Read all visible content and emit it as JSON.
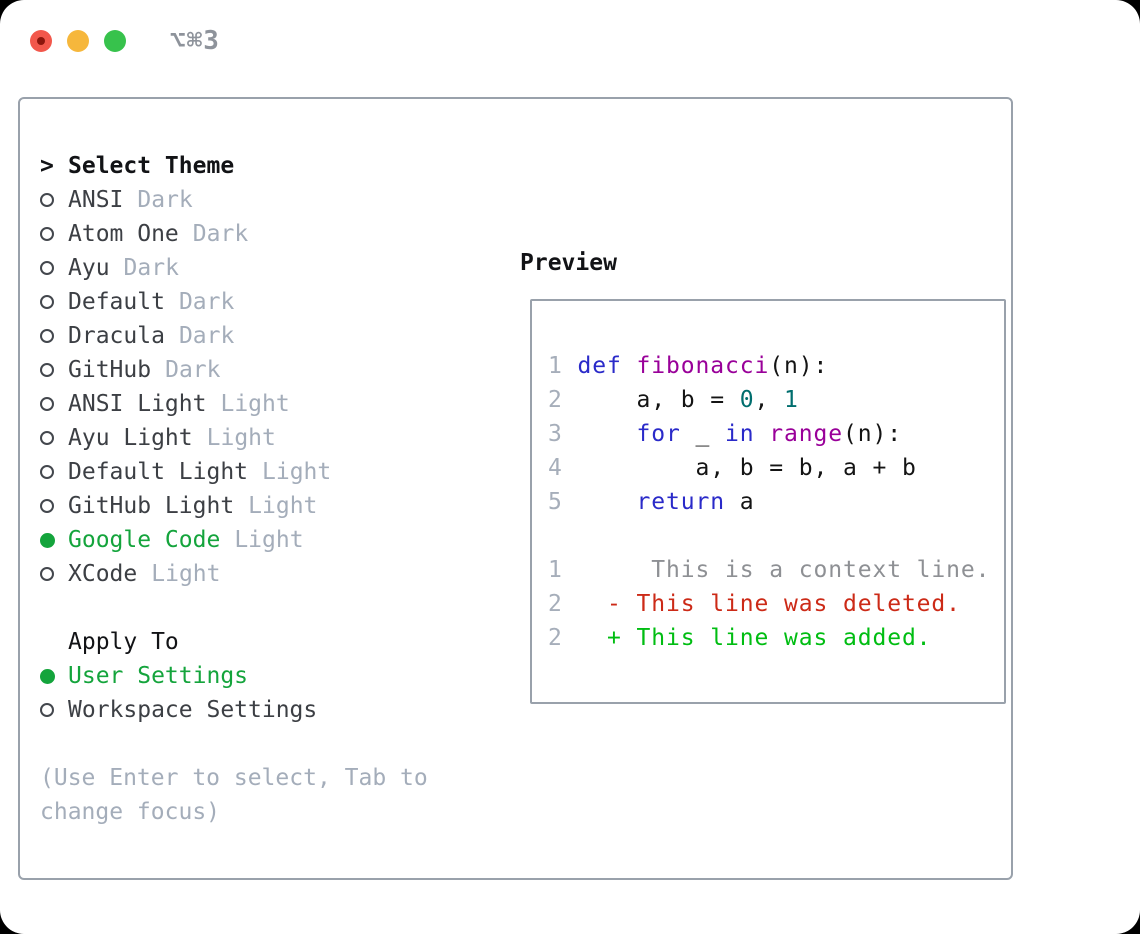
{
  "colors": {
    "accent_green": "#14a43c",
    "border": "#99a1ab",
    "text_dark": "#121316",
    "text_name": "#3c3f44",
    "text_muted": "#a4adba",
    "title_gray": "#8e939b",
    "circle_outline": "#43474d",
    "kwd": "#2a2ac9",
    "typ": "#990099",
    "lit": "#006e6e",
    "pln": "#141414",
    "line_number": "#a6aeba",
    "ctx": "#8e9094",
    "del": "#cc2a17",
    "add": "#00bd12",
    "light_red": "#f2574b",
    "light_red_dot": "#8c150c",
    "light_yellow": "#f6b73c",
    "light_green": "#37c24c"
  },
  "window": {
    "title": "⌥⌘3"
  },
  "theme_panel": {
    "header": {
      "marker": ">",
      "label": "Select Theme"
    },
    "themes": [
      {
        "name": "ANSI",
        "tag": "Dark",
        "selected": false
      },
      {
        "name": "Atom One",
        "tag": "Dark",
        "selected": false
      },
      {
        "name": "Ayu",
        "tag": "Dark",
        "selected": false
      },
      {
        "name": "Default",
        "tag": "Dark",
        "selected": false
      },
      {
        "name": "Dracula",
        "tag": "Dark",
        "selected": false
      },
      {
        "name": "GitHub",
        "tag": "Dark",
        "selected": false
      },
      {
        "name": "ANSI Light",
        "tag": "Light",
        "selected": false
      },
      {
        "name": "Ayu Light",
        "tag": "Light",
        "selected": false
      },
      {
        "name": "Default Light",
        "tag": "Light",
        "selected": false
      },
      {
        "name": "GitHub Light",
        "tag": "Light",
        "selected": false
      },
      {
        "name": "Google Code",
        "tag": "Light",
        "selected": true
      },
      {
        "name": "XCode",
        "tag": "Light",
        "selected": false
      }
    ],
    "apply_to": {
      "label": "Apply To",
      "options": [
        {
          "name": "User Settings",
          "selected": true
        },
        {
          "name": "Workspace Settings",
          "selected": false
        }
      ]
    },
    "hint_lines": [
      "(Use Enter to select, Tab to",
      "change focus)"
    ]
  },
  "preview": {
    "header": "Preview",
    "code_lines": [
      {
        "num": "1",
        "segments": [
          {
            "c": "kwd",
            "t": "def"
          },
          {
            "c": "pln",
            "t": " "
          },
          {
            "c": "typ",
            "t": "fibonacci"
          },
          {
            "c": "pln",
            "t": "(n):"
          }
        ]
      },
      {
        "num": "2",
        "segments": [
          {
            "c": "pln",
            "t": "    a, b = "
          },
          {
            "c": "lit",
            "t": "0"
          },
          {
            "c": "pln",
            "t": ", "
          },
          {
            "c": "lit",
            "t": "1"
          }
        ]
      },
      {
        "num": "3",
        "segments": [
          {
            "c": "pln",
            "t": "    "
          },
          {
            "c": "kwd",
            "t": "for"
          },
          {
            "c": "pln",
            "t": " _ "
          },
          {
            "c": "kwd",
            "t": "in"
          },
          {
            "c": "pln",
            "t": " "
          },
          {
            "c": "typ",
            "t": "range"
          },
          {
            "c": "pln",
            "t": "(n):"
          }
        ]
      },
      {
        "num": "4",
        "segments": [
          {
            "c": "pln",
            "t": "        a, b = b, a + b"
          }
        ]
      },
      {
        "num": "5",
        "segments": [
          {
            "c": "pln",
            "t": "    "
          },
          {
            "c": "kwd",
            "t": "return"
          },
          {
            "c": "pln",
            "t": " a"
          }
        ]
      },
      {
        "num": "",
        "segments": []
      },
      {
        "num": "1",
        "segments": [
          {
            "c": "ctx",
            "t": "     This is a context line."
          }
        ]
      },
      {
        "num": "2",
        "segments": [
          {
            "c": "del",
            "t": "  - This line was deleted."
          }
        ]
      },
      {
        "num": "2",
        "segments": [
          {
            "c": "add",
            "t": "  + This line was added."
          }
        ]
      }
    ]
  }
}
